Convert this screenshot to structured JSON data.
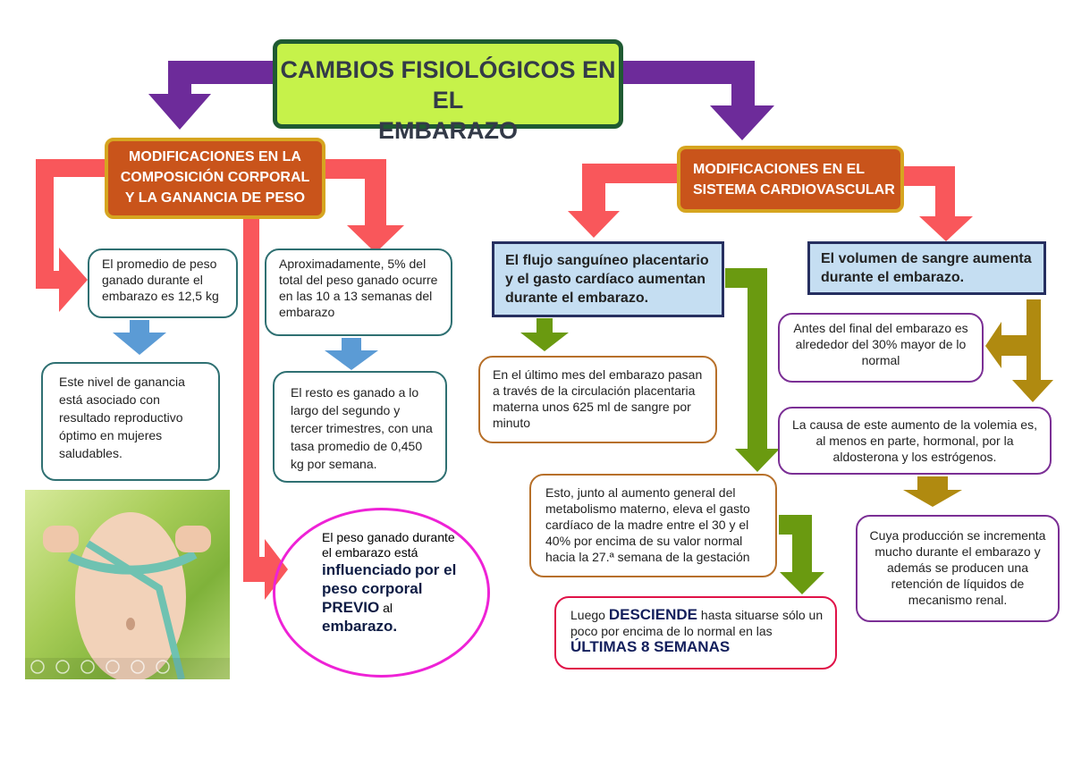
{
  "title": {
    "line1": "CAMBIOS FISIOLÓGICOS EN EL",
    "line2": "EMBARAZO"
  },
  "left_branch": {
    "heading": [
      "MODIFICACIONES EN LA",
      "COMPOSICIÓN CORPORAL",
      "Y LA GANANCIA DE PESO"
    ],
    "box_average": "El promedio de peso ganado durante el embarazo es 12,5 kg",
    "box_level": "Este nivel de ganancia está asociado con resultado reproductivo óptimo en mujeres saludables.",
    "box_percent": "Aproximadamente, 5% del total del peso ganado ocurre en las 10 a 13 semanas del embarazo",
    "box_rest": "El resto es ganado a lo largo del segundo y tercer trimestres, con una tasa promedio de 0,450 kg por semana.",
    "ellipse": {
      "text_before": "El peso ganado durante el embarazo está",
      "bold1": "influenciado",
      "bold2": "por el peso corporal PREVIO",
      "text_mid": "al",
      "bold3": "embarazo."
    }
  },
  "right_branch": {
    "heading": [
      "MODIFICACIONES EN EL",
      "SISTEMA CARDIOVASCULAR"
    ],
    "blue_flow": "El flujo sanguíneo placentario y el gasto cardíaco aumentan durante el embarazo.",
    "box_last_month": "En el último mes del embarazo pasan a través de la circulación placentaria materna unos 625 ml de sangre por minuto",
    "box_metab": "Esto, junto al aumento general del metabolismo materno, eleva el gasto cardíaco de la madre entre el 30 y el 40% por encima de su valor normal hacia la 27.ª semana de la gestación",
    "box_descends": {
      "t1": "Luego",
      "b1": "DESCIENDE",
      "t2": "hasta situarse sólo un poco por encima de lo normal en las",
      "b2": "ÚLTIMAS 8 SEMANAS"
    },
    "blue_volume": "El volumen de sangre aumenta durante el embarazo.",
    "box_before_end": "Antes del final del embarazo es alrededor del 30% mayor de lo normal",
    "box_cause": "La causa de este aumento de la volemia es, al menos en parte, hormonal, por la aldosterona y los estrógenos.",
    "box_production": "Cuya producción se incrementa mucho durante el embarazo y además se producen una retención de líquidos de mecanismo renal."
  },
  "colors": {
    "purple": "#6d2b9a",
    "salmon": "#f9575b",
    "blue_arrow": "#5b9bd5",
    "green_arrow": "#6a9a10",
    "gold_arrow": "#b08a10"
  },
  "icons": [
    "purple-arrow-icon",
    "salmon-arrow-icon",
    "blue-down-arrow-icon",
    "green-arrow-icon",
    "gold-arrow-icon",
    "photo-belly-measure"
  ]
}
